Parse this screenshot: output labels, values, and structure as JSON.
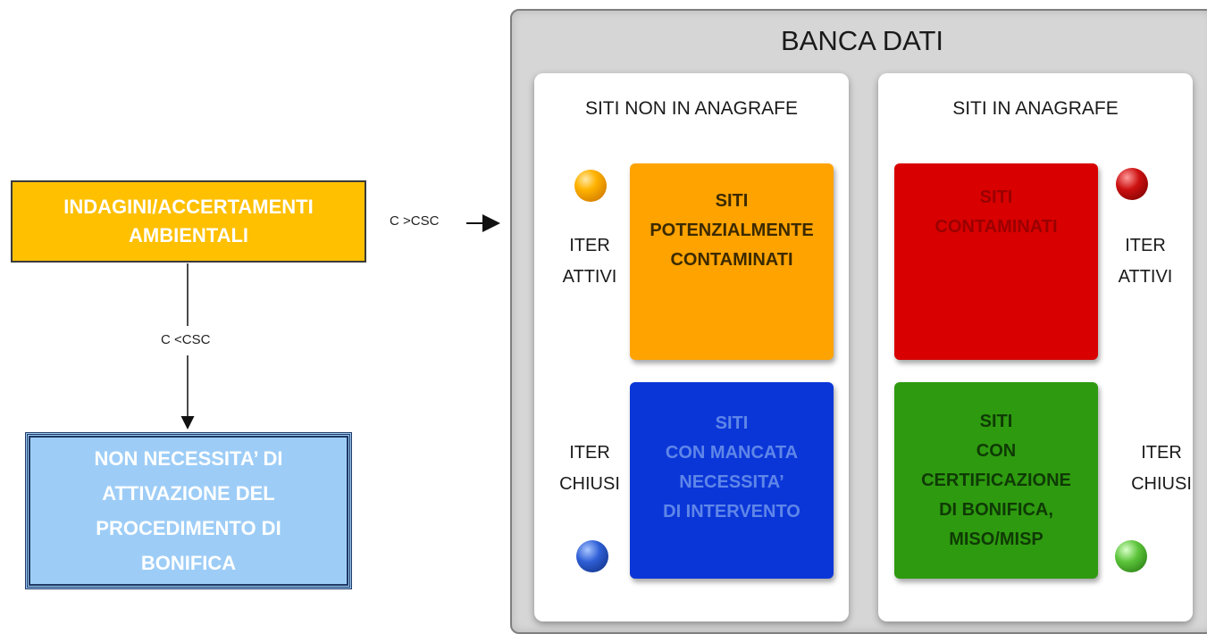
{
  "left_flow": {
    "indagini": "INDAGINI/ACCERTAMENTI\nAMBIENTALI",
    "condition_to_db": "C >CSC",
    "condition_down": "C <CSC",
    "non_necessita": "NON NECESSITA’ DI\nATTIVAZIONE DEL\nPROCEDIMENTO DI\nBONIFICA"
  },
  "database": {
    "title": "BANCA DATI",
    "left_panel": {
      "title": "SITI NON IN ANAGRAFE",
      "iter_active": "ITER\nATTIVI",
      "iter_closed": "ITER\nCHIUSI",
      "box_top": "SITI\nPOTENZIALMENTE\nCONTAMINATI",
      "box_bottom": "SITI\nCON MANCATA\nNECESSITA’\nDI INTERVENTO"
    },
    "right_panel": {
      "title": "SITI IN ANAGRAFE",
      "iter_active": "ITER\nATTIVI",
      "iter_closed": "ITER\nCHIUSI",
      "box_top": "SITI\nCONTAMINATI",
      "box_bottom": "SITI\nCON\nCERTIFICAZIONE\nDI BONIFICA,\nMISO/MISP"
    }
  },
  "colors": {
    "indagini": "#ffc000",
    "non_necessita": "#9dcdf7",
    "potenzialmente": "#ffa300",
    "mancata": "#0a36d8",
    "contaminati": "#d80000",
    "certificazione": "#2e9a10"
  },
  "indicators": [
    "orange-ball-icon",
    "blue-ball-icon",
    "red-ball-icon",
    "green-ball-icon"
  ]
}
